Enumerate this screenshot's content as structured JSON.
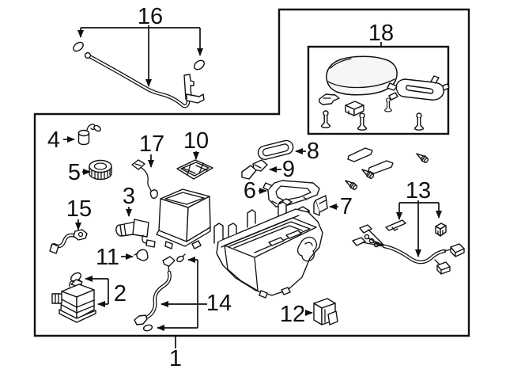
{
  "diagram": {
    "type": "exploded-parts-diagram",
    "subject": "console-compartment-assembly",
    "background_color": "#ffffff",
    "line_color": "#111111",
    "callout_labels": {
      "n1": "1",
      "n2": "2",
      "n3": "3",
      "n4": "4",
      "n5": "5",
      "n6": "6",
      "n7": "7",
      "n8": "8",
      "n9": "9",
      "n10": "10",
      "n11": "11",
      "n12": "12",
      "n13": "13",
      "n14": "14",
      "n15": "15",
      "n16": "16",
      "n17": "17",
      "n18": "18"
    }
  }
}
